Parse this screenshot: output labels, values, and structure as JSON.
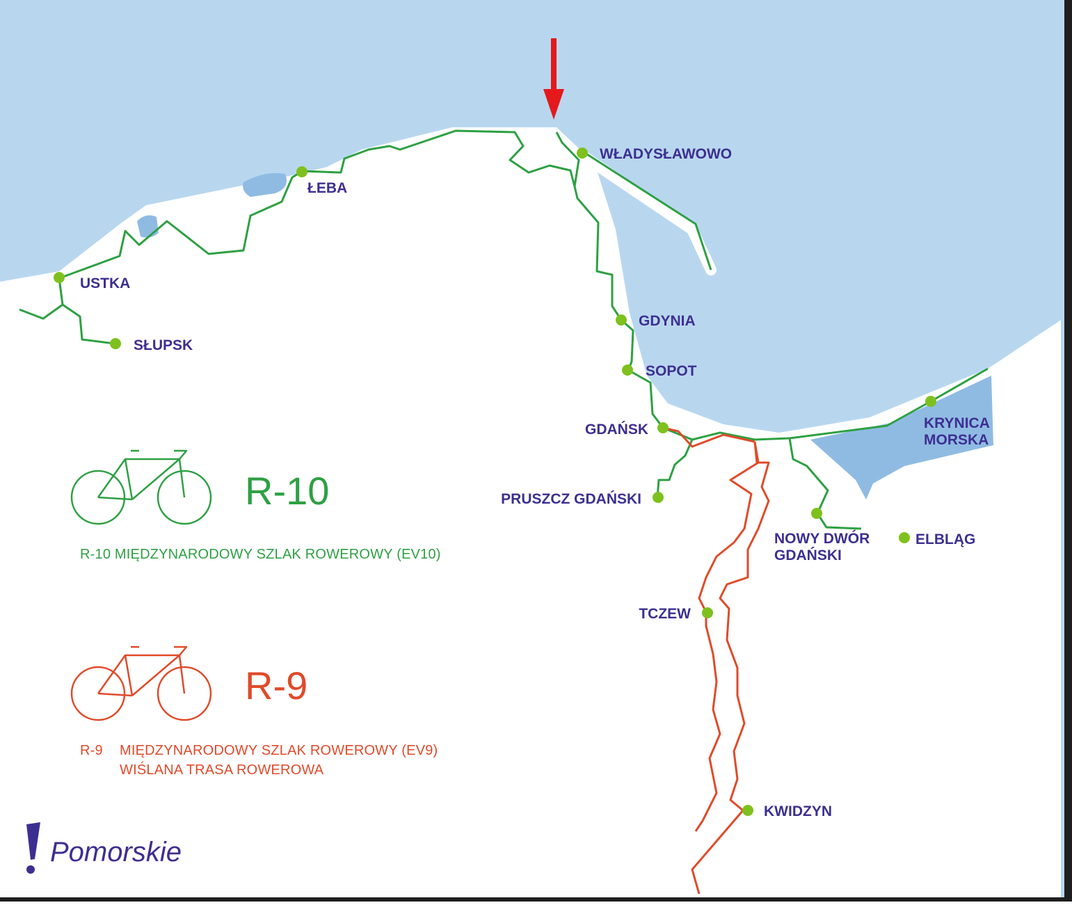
{
  "colors": {
    "sea": "#b8d7ef",
    "lagoon": "#8fbbe3",
    "route_r10": "#2ea043",
    "route_r9": "#e04a2a",
    "city_dot": "#7ec11e",
    "city_label": "#3d2f91",
    "pointer_arrow": "#e5181c",
    "logo": "#3d2f91",
    "frame": "#1e1e1e"
  },
  "cities": [
    {
      "name": "WŁADYSŁAWOWO"
    },
    {
      "name": "ŁEBA"
    },
    {
      "name": "USTKA"
    },
    {
      "name": "SŁUPSK"
    },
    {
      "name": "GDYNIA"
    },
    {
      "name": "SOPOT"
    },
    {
      "name": "GDAŃSK"
    },
    {
      "name": "KRYNICA",
      "name_line2": "MORSKA"
    },
    {
      "name": "PRUSZCZ GDAŃSKI"
    },
    {
      "name": "NOWY DWÓR",
      "name_line2": "GDAŃSKI"
    },
    {
      "name": "ELBLĄG"
    },
    {
      "name": "TCZEW"
    },
    {
      "name": "KWIDZYN"
    }
  ],
  "legend": {
    "r10": {
      "code": "R-10",
      "description": "R-10 MIĘDZYNARODOWY SZLAK ROWEROWY (EV10)",
      "icon": "bicycle-icon"
    },
    "r9": {
      "code": "R-9",
      "description_prefix": "R-9",
      "description_line1": "MIĘDZYNARODOWY SZLAK  ROWEROWY (EV9)",
      "description_line2": "WIŚLANA TRASA ROWEROWA",
      "icon": "bicycle-icon"
    }
  },
  "logo": {
    "text": "Pomorskie",
    "mark": "exclamation-icon"
  },
  "annotation": {
    "icon": "down-arrow-icon"
  }
}
